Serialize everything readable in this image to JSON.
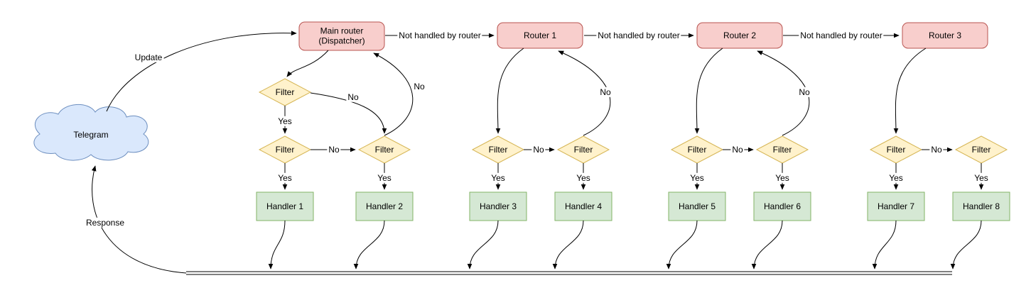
{
  "diagram": {
    "cloud": {
      "label": "Telegram"
    },
    "routers": [
      {
        "label": "Main router\n(Dispatcher)"
      },
      {
        "label": "Router 1"
      },
      {
        "label": "Router 2"
      },
      {
        "label": "Router 3"
      }
    ],
    "router_links_label": "Not handled by router",
    "filters": [
      {
        "label": "Filter"
      },
      {
        "label": "Filter"
      },
      {
        "label": "Filter"
      },
      {
        "label": "Filter"
      },
      {
        "label": "Filter"
      },
      {
        "label": "Filter"
      },
      {
        "label": "Filter"
      },
      {
        "label": "Filter"
      },
      {
        "label": "Filter"
      }
    ],
    "handlers": [
      {
        "label": "Handler 1"
      },
      {
        "label": "Handler 2"
      },
      {
        "label": "Handler 3"
      },
      {
        "label": "Handler 4"
      },
      {
        "label": "Handler 5"
      },
      {
        "label": "Handler 6"
      },
      {
        "label": "Handler 7"
      },
      {
        "label": "Handler 8"
      }
    ],
    "labels": {
      "update": "Update",
      "response": "Response",
      "yes": "Yes",
      "no": "No"
    },
    "colors": {
      "router_fill": "#f8cecc",
      "router_stroke": "#b85450",
      "filter_fill": "#fff2cc",
      "filter_stroke": "#d6b656",
      "handler_fill": "#d5e8d4",
      "handler_stroke": "#82b366",
      "cloud_fill": "#dae8fc",
      "cloud_stroke": "#6c8ebf",
      "edge_color": "#000000"
    }
  }
}
